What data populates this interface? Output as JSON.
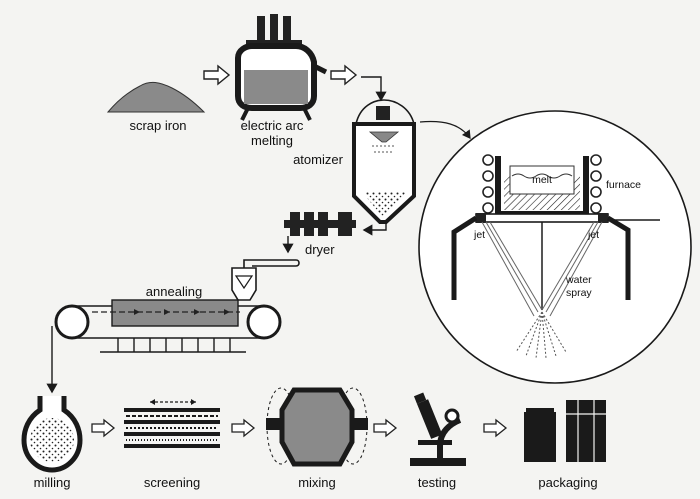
{
  "labels": {
    "scrap_iron": "scrap iron",
    "electric_arc": "electric arc",
    "melting": "melting",
    "atomizer": "atomizer",
    "dryer": "dryer",
    "annealing": "annealing",
    "milling": "milling",
    "screening": "screening",
    "mixing": "mixing",
    "testing": "testing",
    "packaging": "packaging"
  },
  "detail_labels": {
    "melt": "melt",
    "furnace": "furnace",
    "jet_left": "jet",
    "jet_right": "jet",
    "water": "water",
    "spray": "spray"
  },
  "colors": {
    "ink": "#1a1a1a",
    "gray": "#8a8a8a",
    "dark_gray": "#555555",
    "background": "#f4f4f2"
  }
}
